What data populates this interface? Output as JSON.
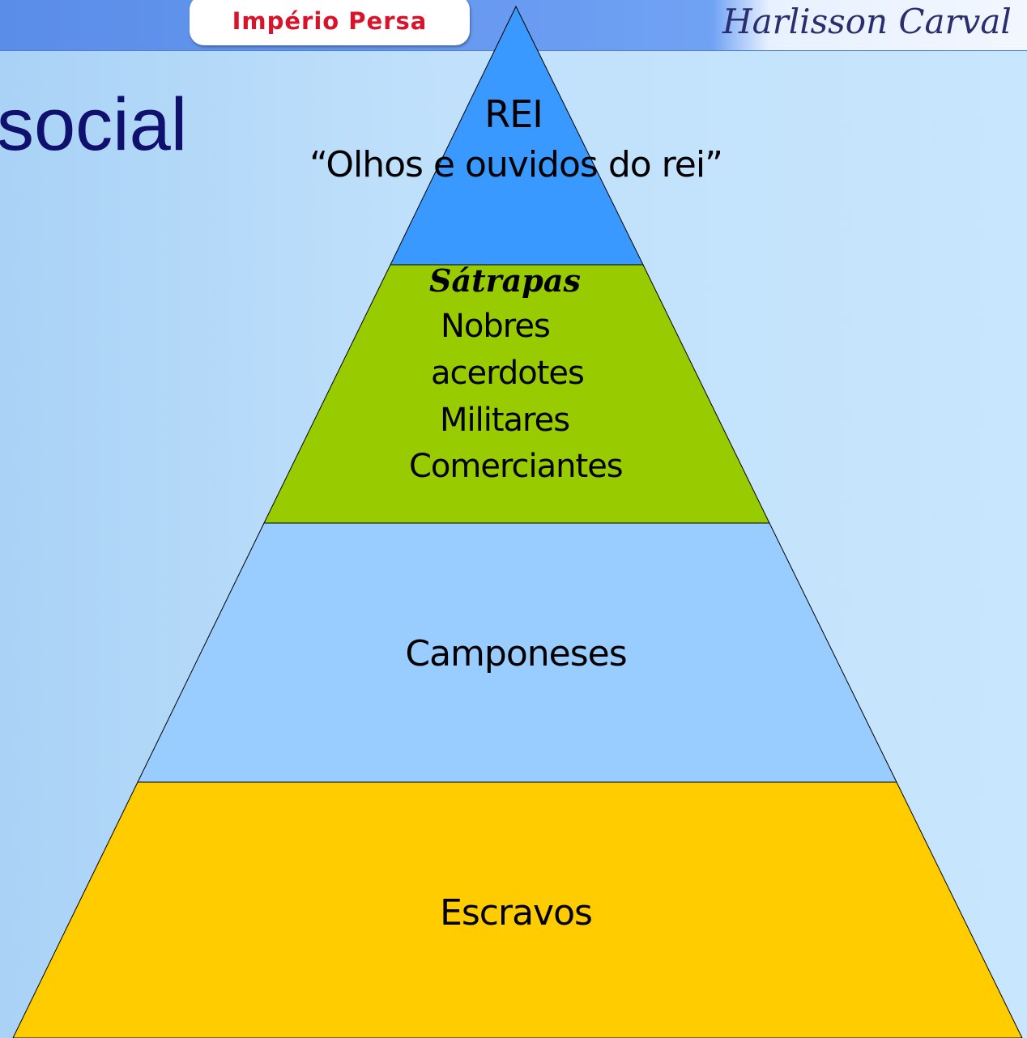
{
  "header": {
    "title": "Império Persa",
    "author_signature": "Harlisson Carval"
  },
  "slide": {
    "title": "social"
  },
  "pyramid": {
    "tiers": [
      {
        "lines": [
          "REI",
          "“Olhos e ouvidos do rei”"
        ],
        "color": "#3a99ff"
      },
      {
        "heading": "Sátrapas",
        "lines": [
          "Nobres",
          "acerdotes",
          "Militares",
          "Comerciantes"
        ],
        "color": "#99cc00"
      },
      {
        "lines": [
          "Camponeses"
        ],
        "color": "#99ccff"
      },
      {
        "lines": [
          "Escravos"
        ],
        "color": "#ffcc00"
      }
    ]
  }
}
